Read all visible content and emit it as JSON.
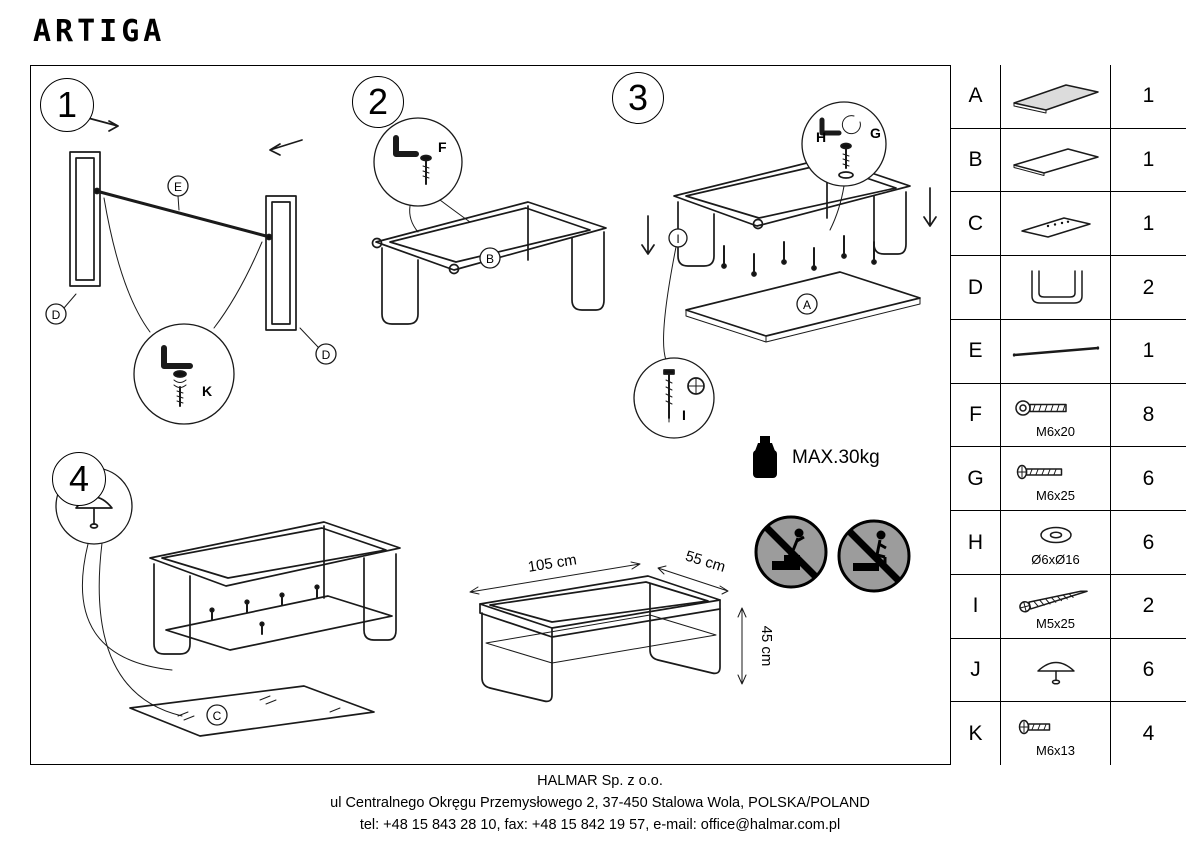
{
  "title": "ARTIGA",
  "steps": {
    "s1": "1",
    "s2": "2",
    "s3": "3",
    "s4": "4"
  },
  "callouts": {
    "a": "A",
    "b": "B",
    "c": "C",
    "d": "D",
    "e": "E",
    "f": "F",
    "g": "G",
    "h": "H",
    "i": "I",
    "j": "J",
    "k": "K"
  },
  "parts": [
    {
      "letter": "A",
      "qty": "1",
      "spec": ""
    },
    {
      "letter": "B",
      "qty": "1",
      "spec": ""
    },
    {
      "letter": "C",
      "qty": "1",
      "spec": ""
    },
    {
      "letter": "D",
      "qty": "2",
      "spec": ""
    },
    {
      "letter": "E",
      "qty": "1",
      "spec": ""
    },
    {
      "letter": "F",
      "qty": "8",
      "spec": "M6x20"
    },
    {
      "letter": "G",
      "qty": "6",
      "spec": "M6x25"
    },
    {
      "letter": "H",
      "qty": "6",
      "spec": "Ø6xØ16"
    },
    {
      "letter": "I",
      "qty": "2",
      "spec": "M5x25"
    },
    {
      "letter": "J",
      "qty": "6",
      "spec": ""
    },
    {
      "letter": "K",
      "qty": "4",
      "spec": "M6x13"
    }
  ],
  "dimensions": {
    "width": "105 cm",
    "depth": "55 cm",
    "height": "45 cm"
  },
  "max_weight_label": "MAX.30kg",
  "footer": {
    "line1": "HALMAR Sp. z o.o.",
    "line2": "ul Centralnego Okręgu Przemysłowego 2, 37-450 Stalowa Wola, POLSKA/POLAND",
    "line3": "tel: +48 15 843 28 10, fax: +48 15 842 19 57, e-mail: office@halmar.com.pl"
  }
}
